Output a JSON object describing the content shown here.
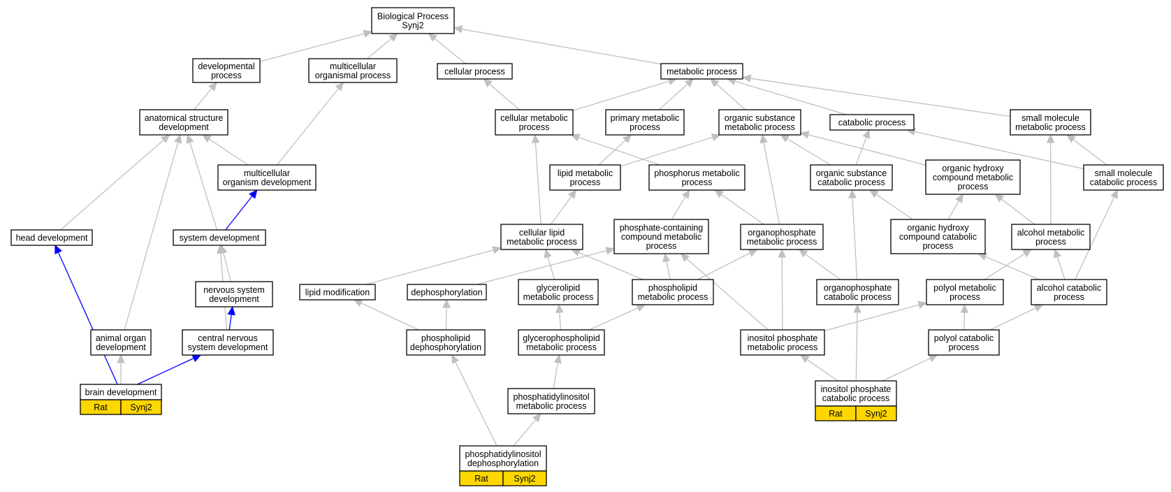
{
  "colors": {
    "edge_default": "#c0c0c0",
    "edge_highlight": "#0000ff",
    "annotation_fill": "#ffd700",
    "node_border": "#000000"
  },
  "nodes": [
    {
      "id": "bp",
      "lines": [
        "Biological Process",
        "Synj2"
      ]
    },
    {
      "id": "devproc",
      "lines": [
        "developmental",
        "process"
      ]
    },
    {
      "id": "multiorgproc",
      "lines": [
        "multicellular",
        "organismal process"
      ]
    },
    {
      "id": "cellproc",
      "lines": [
        "cellular process"
      ]
    },
    {
      "id": "metab",
      "lines": [
        "metabolic process"
      ]
    },
    {
      "id": "anatdev",
      "lines": [
        "anatomical structure",
        "development"
      ]
    },
    {
      "id": "cellmetab",
      "lines": [
        "cellular metabolic",
        "process"
      ]
    },
    {
      "id": "primmetab",
      "lines": [
        "primary metabolic",
        "process"
      ]
    },
    {
      "id": "orgsubmetab",
      "lines": [
        "organic substance",
        "metabolic process"
      ]
    },
    {
      "id": "catab",
      "lines": [
        "catabolic process"
      ]
    },
    {
      "id": "smallmol",
      "lines": [
        "small molecule",
        "metabolic process"
      ]
    },
    {
      "id": "multiorgdev",
      "lines": [
        "multicellular",
        "organism development"
      ]
    },
    {
      "id": "lipidmetab",
      "lines": [
        "lipid metabolic",
        "process"
      ]
    },
    {
      "id": "phosmetab",
      "lines": [
        "phosphorus metabolic",
        "process"
      ]
    },
    {
      "id": "orgsubcatab",
      "lines": [
        "organic substance",
        "catabolic process"
      ]
    },
    {
      "id": "orghydmetab",
      "lines": [
        "organic hydroxy",
        "compound metabolic",
        "process"
      ]
    },
    {
      "id": "smallmolcatab",
      "lines": [
        "small molecule",
        "catabolic process"
      ]
    },
    {
      "id": "headdev",
      "lines": [
        "head development"
      ]
    },
    {
      "id": "sysdev",
      "lines": [
        "system development"
      ]
    },
    {
      "id": "celllipid",
      "lines": [
        "cellular lipid",
        "metabolic process"
      ]
    },
    {
      "id": "phoscontain",
      "lines": [
        "phosphate-containing",
        "compound metabolic",
        "process"
      ]
    },
    {
      "id": "organophos",
      "lines": [
        "organophosphate",
        "metabolic process"
      ]
    },
    {
      "id": "orghydcatab",
      "lines": [
        "organic hydroxy",
        "compound catabolic",
        "process"
      ]
    },
    {
      "id": "alcmetab",
      "lines": [
        "alcohol metabolic",
        "process"
      ]
    },
    {
      "id": "nervdev",
      "lines": [
        "nervous system",
        "development"
      ]
    },
    {
      "id": "lipidmod",
      "lines": [
        "lipid modification"
      ]
    },
    {
      "id": "dephos",
      "lines": [
        "dephosphorylation"
      ]
    },
    {
      "id": "glycerolipid",
      "lines": [
        "glycerolipid",
        "metabolic process"
      ]
    },
    {
      "id": "phospholipid",
      "lines": [
        "phospholipid",
        "metabolic process"
      ]
    },
    {
      "id": "organophoscatab",
      "lines": [
        "organophosphate",
        "catabolic process"
      ]
    },
    {
      "id": "polyolmetab",
      "lines": [
        "polyol metabolic",
        "process"
      ]
    },
    {
      "id": "alccatab",
      "lines": [
        "alcohol catabolic",
        "process"
      ]
    },
    {
      "id": "animorgan",
      "lines": [
        "animal organ",
        "development"
      ]
    },
    {
      "id": "cns",
      "lines": [
        "central nervous",
        "system development"
      ]
    },
    {
      "id": "phoslipdephos",
      "lines": [
        "phospholipid",
        "dephosphorylation"
      ]
    },
    {
      "id": "glycerophos",
      "lines": [
        "glycerophospholipid",
        "metabolic process"
      ]
    },
    {
      "id": "inositolmetab",
      "lines": [
        "inositol phosphate",
        "metabolic process"
      ]
    },
    {
      "id": "polyolcatab",
      "lines": [
        "polyol catabolic",
        "process"
      ]
    },
    {
      "id": "brain",
      "lines": [
        "brain development"
      ],
      "table": [
        "Rat",
        "Synj2"
      ]
    },
    {
      "id": "ptdins",
      "lines": [
        "phosphatidylinositol",
        "metabolic process"
      ]
    },
    {
      "id": "inositolcatab",
      "lines": [
        "inositol phosphate",
        "catabolic process"
      ],
      "table": [
        "Rat",
        "Synj2"
      ]
    },
    {
      "id": "ptdinsdephos",
      "lines": [
        "phosphatidylinositol",
        "dephosphorylation"
      ],
      "table": [
        "Rat",
        "Synj2"
      ]
    }
  ],
  "edges": [
    {
      "from": "devproc",
      "to": "bp"
    },
    {
      "from": "multiorgproc",
      "to": "bp"
    },
    {
      "from": "cellproc",
      "to": "bp"
    },
    {
      "from": "metab",
      "to": "bp"
    },
    {
      "from": "anatdev",
      "to": "devproc"
    },
    {
      "from": "cellmetab",
      "to": "cellproc"
    },
    {
      "from": "cellmetab",
      "to": "metab"
    },
    {
      "from": "primmetab",
      "to": "metab"
    },
    {
      "from": "orgsubmetab",
      "to": "metab"
    },
    {
      "from": "catab",
      "to": "metab"
    },
    {
      "from": "smallmol",
      "to": "metab"
    },
    {
      "from": "multiorgdev",
      "to": "multiorgproc"
    },
    {
      "from": "multiorgdev",
      "to": "anatdev"
    },
    {
      "from": "headdev",
      "to": "anatdev"
    },
    {
      "from": "sysdev",
      "to": "anatdev"
    },
    {
      "from": "animorgan",
      "to": "anatdev"
    },
    {
      "from": "sysdev",
      "to": "multiorgdev",
      "highlight": true
    },
    {
      "from": "lipidmetab",
      "to": "primmetab"
    },
    {
      "from": "lipidmetab",
      "to": "orgsubmetab"
    },
    {
      "from": "phosmetab",
      "to": "cellmetab"
    },
    {
      "from": "orgsubcatab",
      "to": "orgsubmetab"
    },
    {
      "from": "orgsubcatab",
      "to": "catab"
    },
    {
      "from": "orghydmetab",
      "to": "orgsubmetab"
    },
    {
      "from": "smallmolcatab",
      "to": "catab"
    },
    {
      "from": "smallmolcatab",
      "to": "smallmol"
    },
    {
      "from": "celllipid",
      "to": "cellmetab"
    },
    {
      "from": "celllipid",
      "to": "lipidmetab"
    },
    {
      "from": "phoscontain",
      "to": "phosmetab"
    },
    {
      "from": "organophos",
      "to": "phosmetab"
    },
    {
      "from": "organophos",
      "to": "orgsubmetab"
    },
    {
      "from": "orghydcatab",
      "to": "orgsubcatab"
    },
    {
      "from": "orghydcatab",
      "to": "orghydmetab"
    },
    {
      "from": "alcmetab",
      "to": "orghydmetab"
    },
    {
      "from": "alcmetab",
      "to": "smallmol"
    },
    {
      "from": "nervdev",
      "to": "sysdev"
    },
    {
      "from": "cns",
      "to": "sysdev"
    },
    {
      "from": "cns",
      "to": "nervdev",
      "highlight": true
    },
    {
      "from": "lipidmod",
      "to": "celllipid"
    },
    {
      "from": "dephos",
      "to": "phoscontain"
    },
    {
      "from": "glycerolipid",
      "to": "celllipid"
    },
    {
      "from": "phospholipid",
      "to": "celllipid"
    },
    {
      "from": "phospholipid",
      "to": "phoscontain"
    },
    {
      "from": "phospholipid",
      "to": "organophos"
    },
    {
      "from": "organophoscatab",
      "to": "organophos"
    },
    {
      "from": "organophoscatab",
      "to": "orgsubcatab"
    },
    {
      "from": "polyolmetab",
      "to": "alcmetab"
    },
    {
      "from": "alccatab",
      "to": "alcmetab"
    },
    {
      "from": "alccatab",
      "to": "orghydcatab"
    },
    {
      "from": "alccatab",
      "to": "smallmolcatab"
    },
    {
      "from": "brain",
      "to": "headdev",
      "highlight": true
    },
    {
      "from": "brain",
      "to": "animorgan"
    },
    {
      "from": "brain",
      "to": "cns",
      "highlight": true
    },
    {
      "from": "phoslipdephos",
      "to": "lipidmod"
    },
    {
      "from": "phoslipdephos",
      "to": "dephos"
    },
    {
      "from": "glycerophos",
      "to": "glycerolipid"
    },
    {
      "from": "glycerophos",
      "to": "phospholipid"
    },
    {
      "from": "inositolmetab",
      "to": "organophos"
    },
    {
      "from": "inositolmetab",
      "to": "phoscontain"
    },
    {
      "from": "inositolmetab",
      "to": "polyolmetab"
    },
    {
      "from": "polyolcatab",
      "to": "polyolmetab"
    },
    {
      "from": "polyolcatab",
      "to": "alccatab"
    },
    {
      "from": "ptdins",
      "to": "glycerophos"
    },
    {
      "from": "inositolcatab",
      "to": "inositolmetab"
    },
    {
      "from": "inositolcatab",
      "to": "organophoscatab"
    },
    {
      "from": "inositolcatab",
      "to": "polyolcatab"
    },
    {
      "from": "ptdinsdephos",
      "to": "ptdins"
    },
    {
      "from": "ptdinsdephos",
      "to": "phoslipdephos"
    }
  ]
}
